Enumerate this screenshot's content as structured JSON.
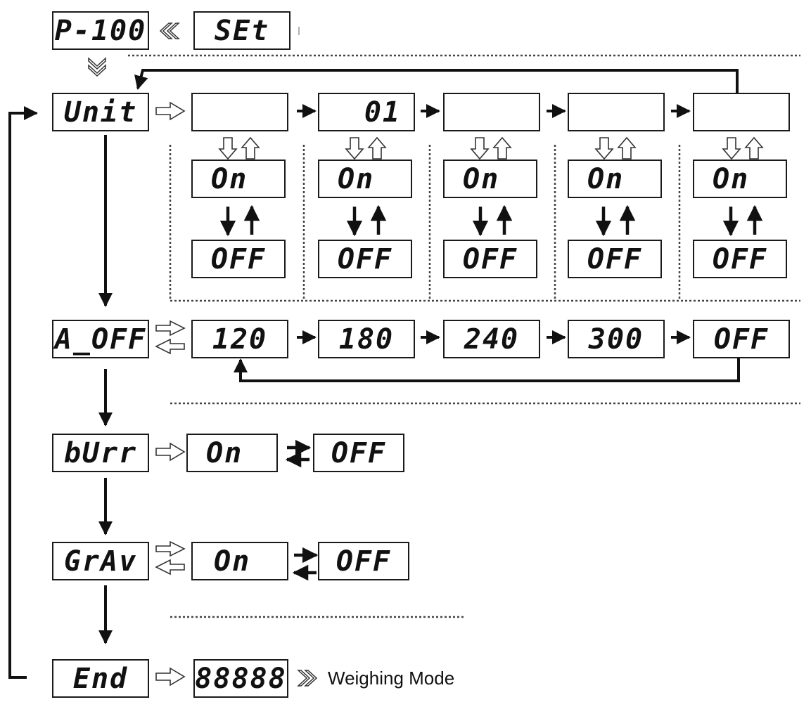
{
  "menu": {
    "entry": {
      "code": "P-100",
      "set": "SEt"
    },
    "unit": {
      "label": "Unit",
      "options": [
        {
          "display": "",
          "on": "On",
          "off": "OFF"
        },
        {
          "display": "01",
          "on": "On",
          "off": "OFF"
        },
        {
          "display": "",
          "on": "On",
          "off": "OFF"
        },
        {
          "display": "",
          "on": "On",
          "off": "OFF"
        },
        {
          "display": "",
          "on": "On",
          "off": "OFF"
        }
      ]
    },
    "auto_off": {
      "label": "A_OFF",
      "options": [
        "120",
        "180",
        "240",
        "300",
        "OFF"
      ]
    },
    "buzzer": {
      "label": "bUrr",
      "on": "On",
      "off": "OFF"
    },
    "gravity": {
      "label": "GrAv",
      "on": "On",
      "off": "OFF"
    },
    "end": {
      "label": "End",
      "display": "88888",
      "caption": "Weighing Mode"
    }
  }
}
